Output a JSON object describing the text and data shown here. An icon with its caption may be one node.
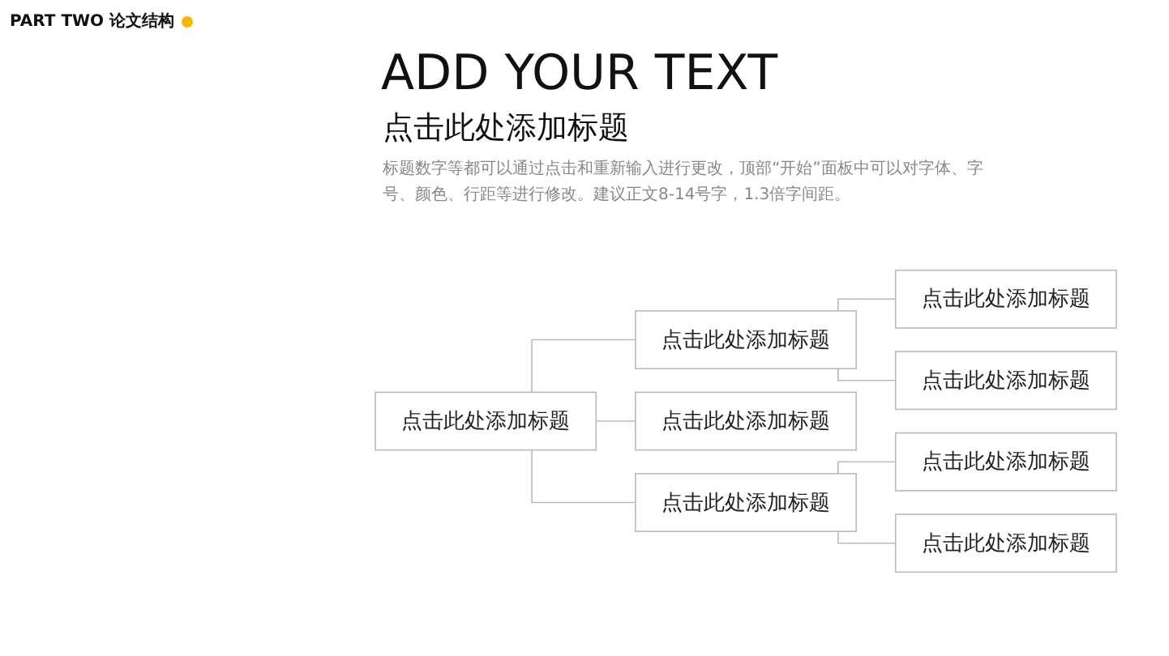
{
  "diagram": {
    "title": "ADD YOUR TEXT",
    "nodes": [
      {
        "text": [
          "点击此处添加标题"
        ]
      },
      {
        "text": [
          "点击此处添加标题"
        ]
      },
      {
        "text": [
          "点击此处添加标题"
        ]
      },
      {
        "text": [
          "点击此处添加标题"
        ]
      },
      {
        "text": [
          "点击此处添加标题"
        ]
      },
      {
        "text": [
          "点击此处添加标题"
        ]
      },
      {
        "text": [
          "点击此处添加标题"
        ]
      },
      {
        "text": [
          "点击此处添加标题"
        ]
      }
    ],
    "edges": [
      {
        "from": 0,
        "to": 1,
        "arrow": "none"
      },
      {
        "from": 0,
        "to": 2,
        "arrow": "none"
      },
      {
        "from": 0,
        "to": 3,
        "arrow": "none"
      },
      {
        "from": 1,
        "to": 4,
        "arrow": "none"
      },
      {
        "from": 1,
        "to": 5,
        "arrow": "none"
      },
      {
        "from": 3,
        "to": 6,
        "arrow": "none"
      },
      {
        "from": 3,
        "to": 7,
        "arrow": "none"
      }
    ],
    "labels": [
      "PART TWO 论文结构",
      "点击此处添加标题",
      "标题数字等都可以通过点击和重新输入进行更改，顶部“开始”面板中可以对字体、字号、颜色、行距等进行修改。建议正文8-14号字，1.3倍字间距。"
    ]
  }
}
